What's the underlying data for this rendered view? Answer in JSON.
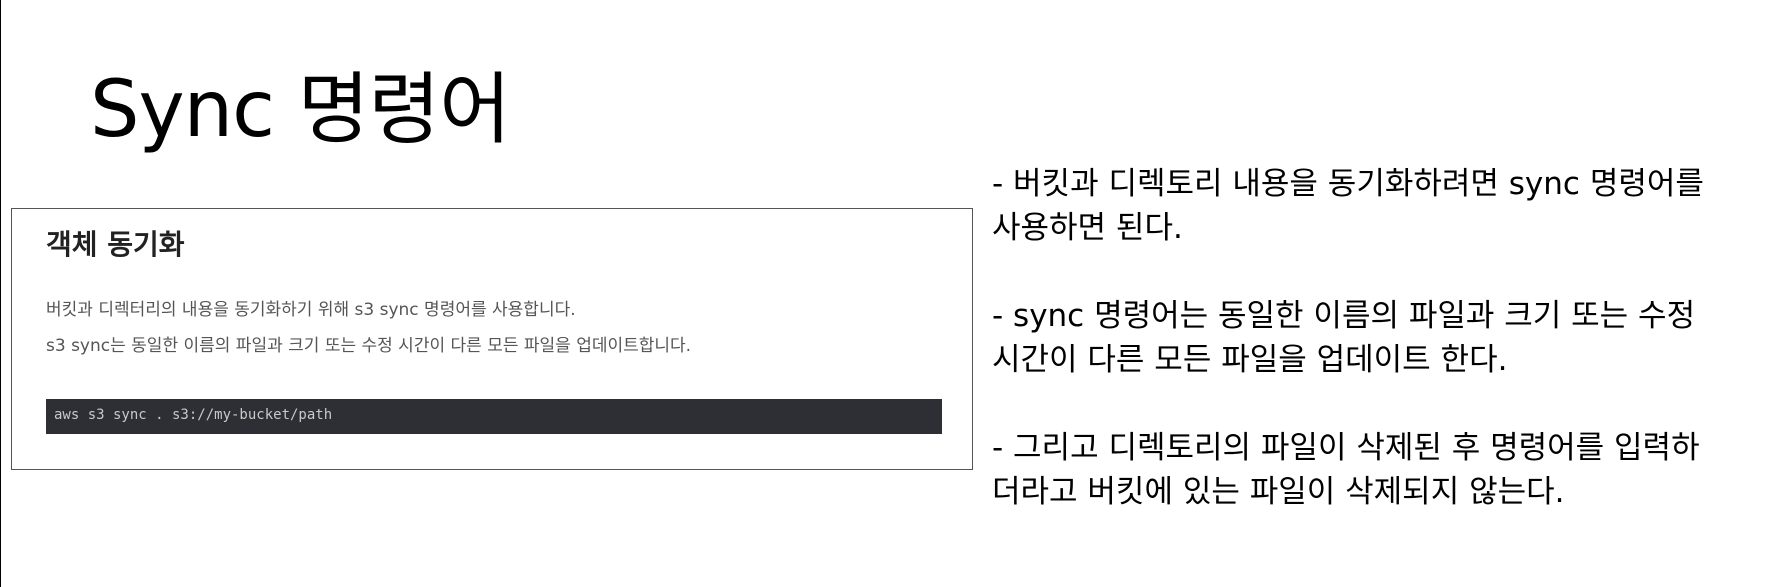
{
  "slide": {
    "title": "Sync 명령어"
  },
  "doc": {
    "heading": "객체 동기화",
    "line1": "버킷과 디렉터리의 내용을 동기화하기 위해 s3 sync 명령어를 사용합니다.",
    "line2": "s3 sync는 동일한 이름의 파일과 크기 또는 수정 시간이 다른 모든 파일을 업데이트합니다.",
    "code": "aws s3 sync . s3://my-bucket/path"
  },
  "notes": [
    "- 버킷과 디렉토리 내용을 동기화하려면 sync 명령어를 사용하면 된다.",
    "- sync 명령어는 동일한 이름의 파일과 크기 또는 수정 시간이 다른 모든 파일을 업데이트 한다.",
    "- 그리고 디렉토리의 파일이 삭제된 후 명령어를 입력하더라고 버킷에 있는 파일이 삭제되지 않는다."
  ]
}
